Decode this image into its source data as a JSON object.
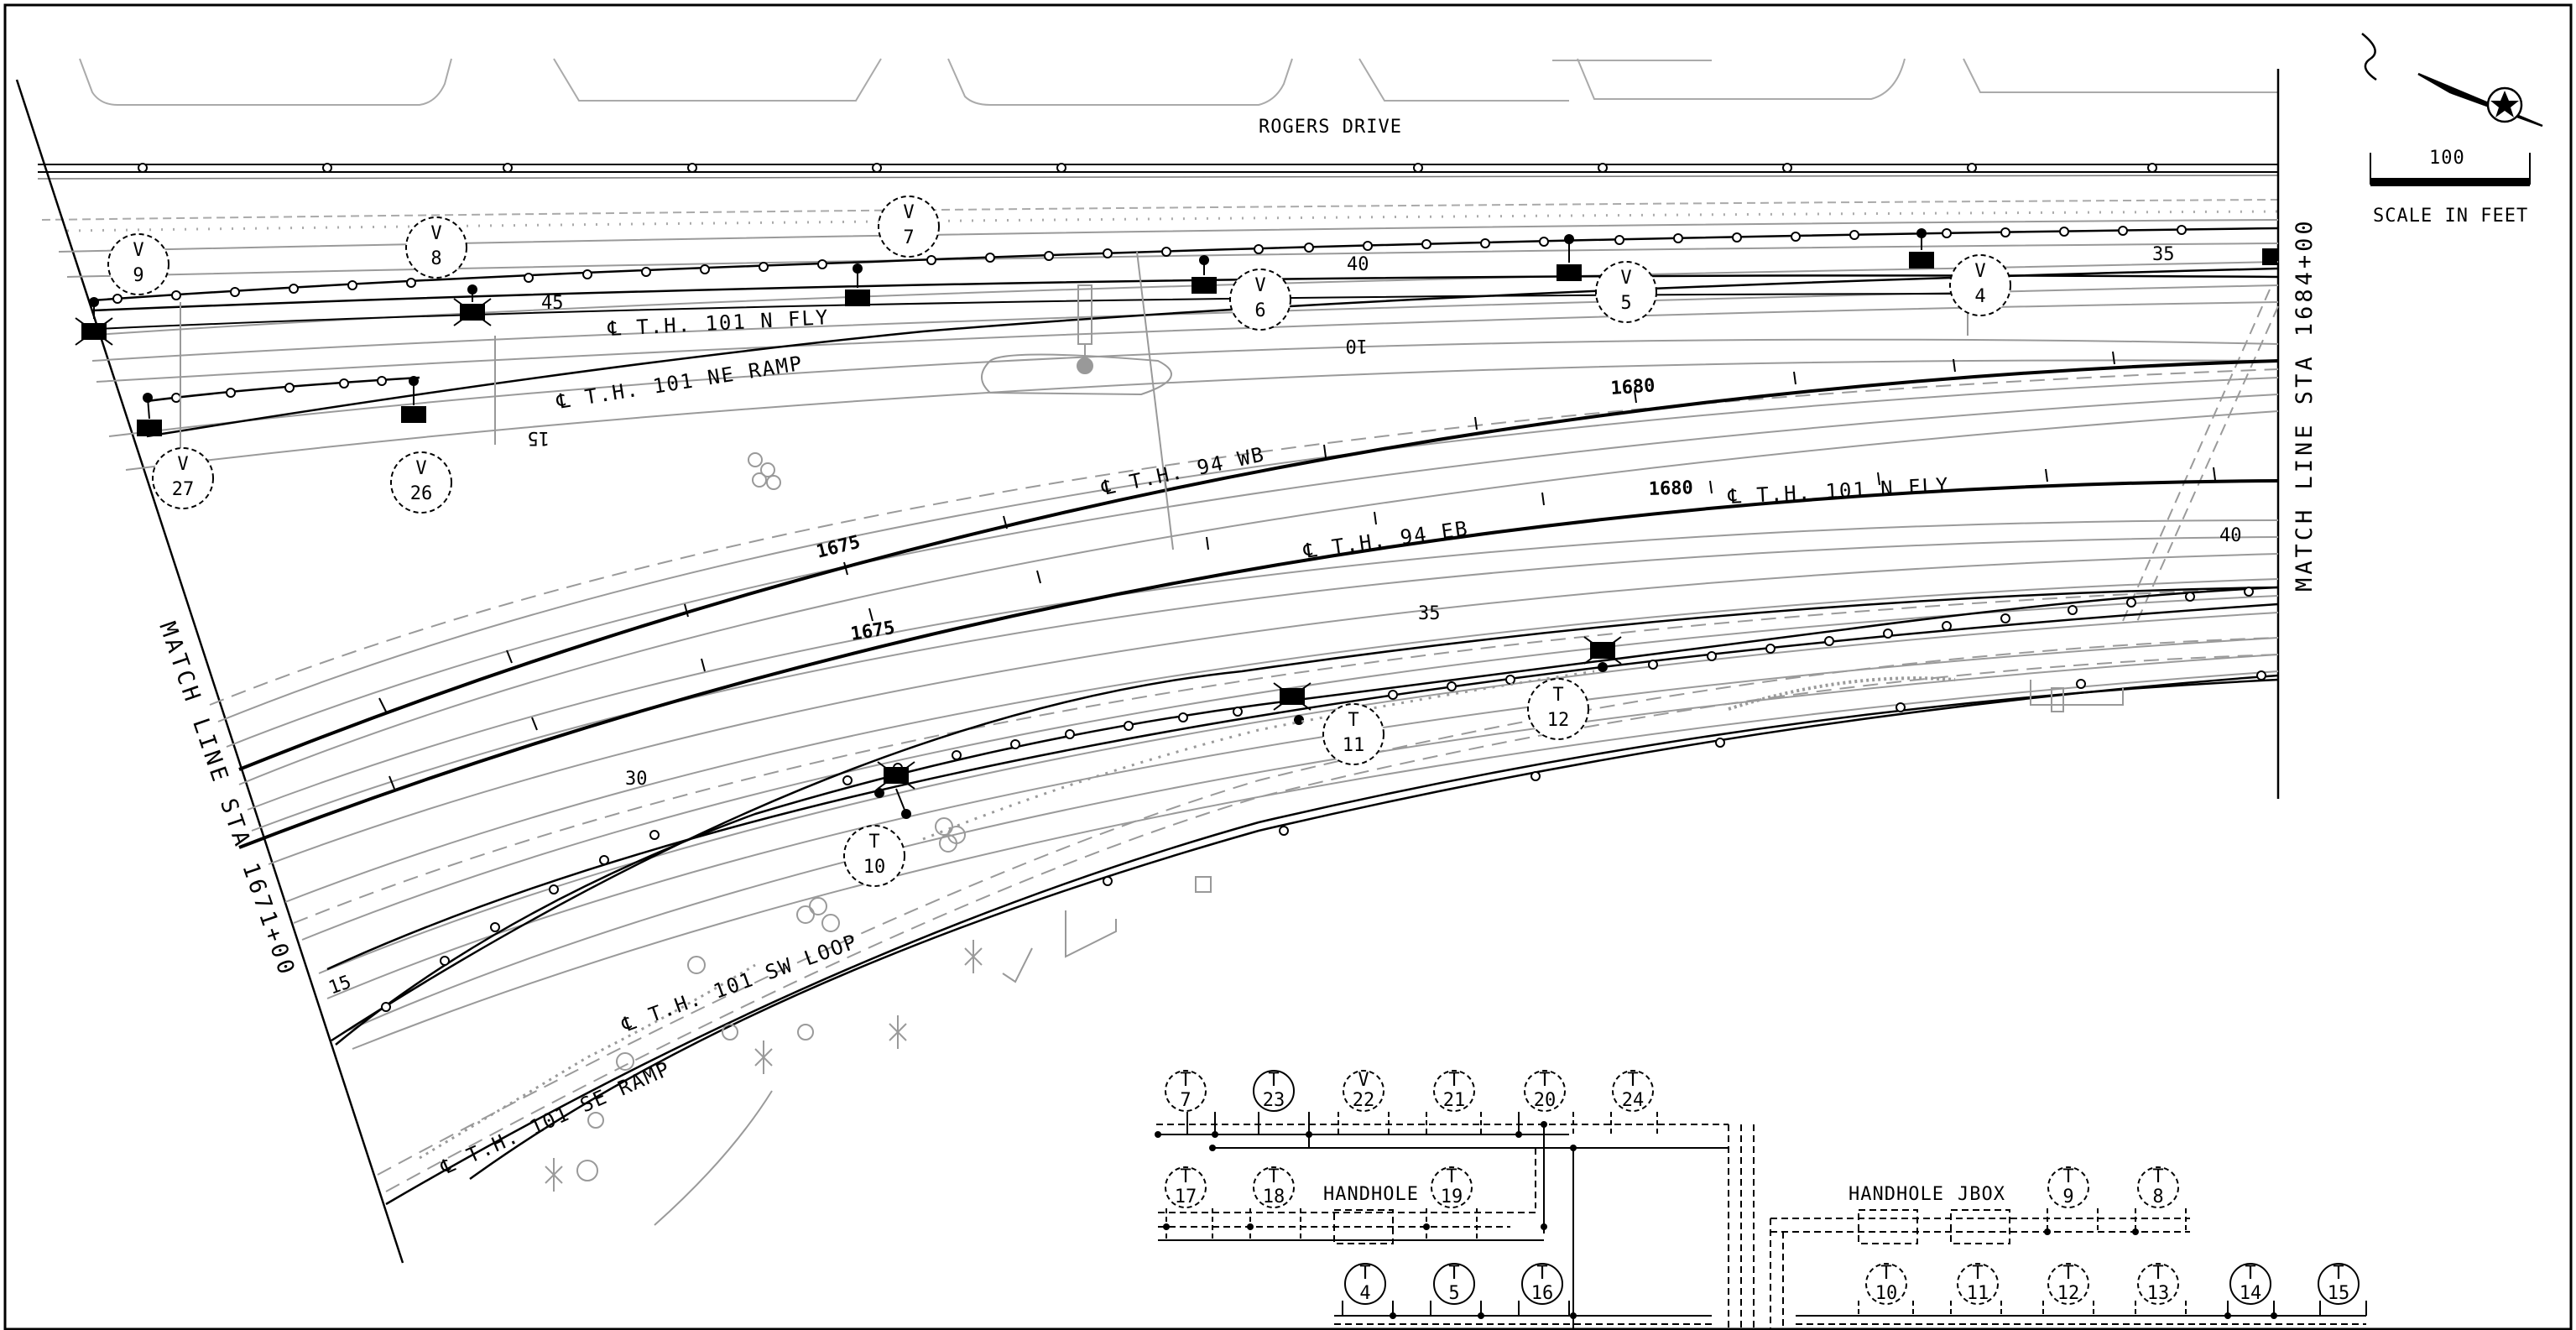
{
  "roads": {
    "rogers_drive": "ROGERS DRIVE",
    "cth101_n_fly_top": "℄ T.H. 101 N FLY",
    "cth101_ne_ramp": "℄ T.H. 101 NE RAMP",
    "th94_wb": "℄ T.H. 94 WB",
    "th94_eb": "℄ T.H. 94 EB",
    "th101_n_fly_mid": "℄ T.H. 101 N FLY",
    "th101_sw_loop": "℄ T.H. 101 SW LOOP",
    "th101_se_ramp": "℄ T.H. 101 SE RAMP"
  },
  "match_lines": {
    "left": "MATCH LINE STA 1671+00",
    "right": "MATCH LINE STA 1684+00"
  },
  "scale": {
    "value": "100",
    "label": "SCALE IN FEET"
  },
  "stations": {
    "s1680_wb": "1680",
    "s1675_wb": "1675",
    "s1680_eb": "1680",
    "s1675_eb": "1675"
  },
  "ticks": {
    "t45": "45",
    "t40_top": "40",
    "t35_top": "35",
    "t15_ne": "15",
    "t10_ne": "10",
    "t40_right": "40",
    "t35_mid": "35",
    "t30": "30",
    "t15_bot": "15"
  },
  "vault_bubbles": [
    {
      "type": "V",
      "num": "9"
    },
    {
      "type": "V",
      "num": "8"
    },
    {
      "type": "V",
      "num": "7"
    },
    {
      "type": "V",
      "num": "6"
    },
    {
      "type": "V",
      "num": "5"
    },
    {
      "type": "V",
      "num": "4"
    },
    {
      "type": "V",
      "num": "27"
    },
    {
      "type": "V",
      "num": "26"
    }
  ],
  "tower_bubbles": [
    {
      "type": "T",
      "num": "12"
    },
    {
      "type": "T",
      "num": "11"
    },
    {
      "type": "T",
      "num": "10"
    }
  ],
  "schematic": {
    "row1": [
      {
        "type": "T",
        "num": "7"
      },
      {
        "type": "T",
        "num": "23"
      },
      {
        "type": "V",
        "num": "22"
      },
      {
        "type": "T",
        "num": "21"
      },
      {
        "type": "T",
        "num": "20"
      },
      {
        "type": "T",
        "num": "24"
      }
    ],
    "row2": [
      {
        "type": "T",
        "num": "17"
      },
      {
        "type": "T",
        "num": "18"
      },
      {
        "type": "T",
        "num": "19"
      }
    ],
    "row3": [
      {
        "type": "T",
        "num": "4"
      },
      {
        "type": "T",
        "num": "5"
      },
      {
        "type": "T",
        "num": "16"
      }
    ],
    "right_row1": [
      {
        "type": "T",
        "num": "9"
      },
      {
        "type": "T",
        "num": "8"
      }
    ],
    "right_row2": [
      {
        "type": "T",
        "num": "10"
      },
      {
        "type": "T",
        "num": "11"
      },
      {
        "type": "T",
        "num": "12"
      },
      {
        "type": "T",
        "num": "13"
      },
      {
        "type": "T",
        "num": "14"
      },
      {
        "type": "T",
        "num": "15"
      }
    ],
    "handhole_left": "HANDHOLE",
    "handhole_right": "HANDHOLE",
    "jbox": "JBOX"
  }
}
